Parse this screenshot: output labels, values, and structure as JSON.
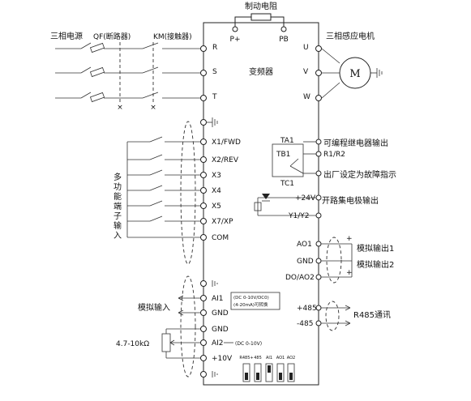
{
  "labels": {
    "brake_resistor": "制动电阻",
    "p_plus": "P+",
    "pb": "PB",
    "three_phase_power": "三相电源",
    "qf": "QF(断路器)",
    "km": "KM(接触器)",
    "motor_label": "三相感应电机",
    "motor_symbol": "M",
    "inverter": "变频器",
    "multi_function_input": [
      "多",
      "功",
      "能",
      "端",
      "子",
      "输",
      "入"
    ],
    "programmable_relay_output": "可编程继电器输出",
    "r1r2": "R1/R2",
    "factory_fault": "出厂设定为故障指示",
    "open_collector_output": "开路集电极输出",
    "analog_output1": "模拟输出1",
    "analog_output2": "模拟输出2",
    "r485_comm": "R485通讯",
    "analog_input": "模拟输入",
    "potentiometer": "4.7-10kΩ",
    "ai1_note1": "(DC 0-10V/DC0)",
    "ai1_note2": "(4-20mA)可转换",
    "ai2_note": "(DC 0-10V)",
    "plus": "+",
    "minus": "-"
  },
  "terminals": {
    "power_in": [
      "R",
      "S",
      "T"
    ],
    "motor_out": [
      "U",
      "V",
      "W"
    ],
    "inputs": [
      "X1/FWD",
      "X2/REV",
      "X3",
      "X4",
      "X5",
      "X7/XP",
      "COM"
    ],
    "relay": [
      "TA1",
      "TB1",
      "TC1"
    ],
    "open_collector": [
      "+24V",
      "Y1/Y2"
    ],
    "analog_out": [
      "AO1",
      "GND",
      "DO/AO2"
    ],
    "rs485": [
      "+485",
      "-485"
    ],
    "analog_in": [
      "AI1",
      "GND",
      "GND",
      "AI2",
      "+10V"
    ]
  },
  "dip_switches": [
    "R485+",
    "485",
    "AI1",
    "AO1",
    "AO2"
  ]
}
